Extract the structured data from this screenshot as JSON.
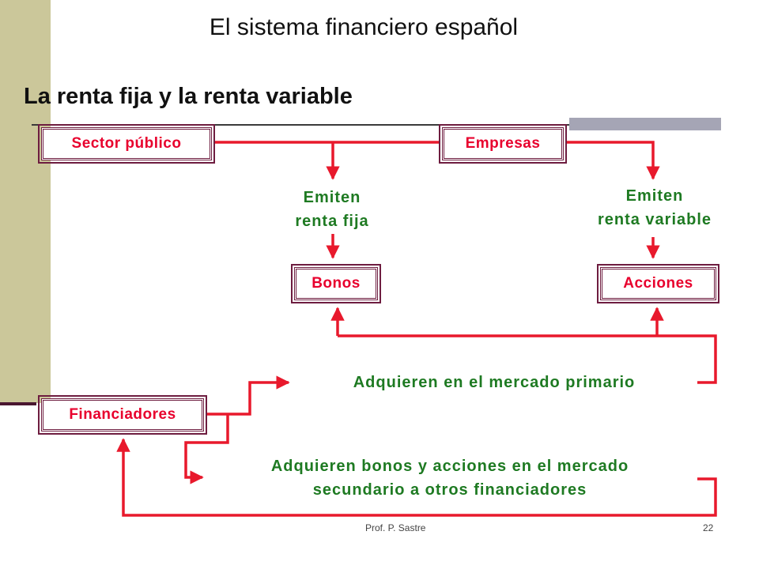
{
  "header": {
    "title": "El sistema financiero español",
    "subtitle": "La renta fija y la renta variable"
  },
  "diagram": {
    "boxes": {
      "sector_publico": "Sector público",
      "empresas": "Empresas",
      "bonos": "Bonos",
      "acciones": "Acciones",
      "financiadores": "Financiadores"
    },
    "labels": {
      "emiten_fija_line1": "Emiten",
      "emiten_fija_line2": "renta fija",
      "emiten_variable_line1": "Emiten",
      "emiten_variable_line2": "renta variable",
      "mercado_primario": "Adquieren en el mercado primario",
      "mercado_secundario_line1": "Adquieren bonos y acciones en el mercado",
      "mercado_secundario_line2": "secundario a otros financiadores"
    },
    "colors": {
      "arrow": "#e8192c",
      "box_text": "#e8002d",
      "label_text": "#1e7a22",
      "box_border": "#6e1d40",
      "sidebar": "#cbc79a"
    }
  },
  "footer": {
    "author": "Prof. P. Sastre",
    "page_number": "22"
  }
}
